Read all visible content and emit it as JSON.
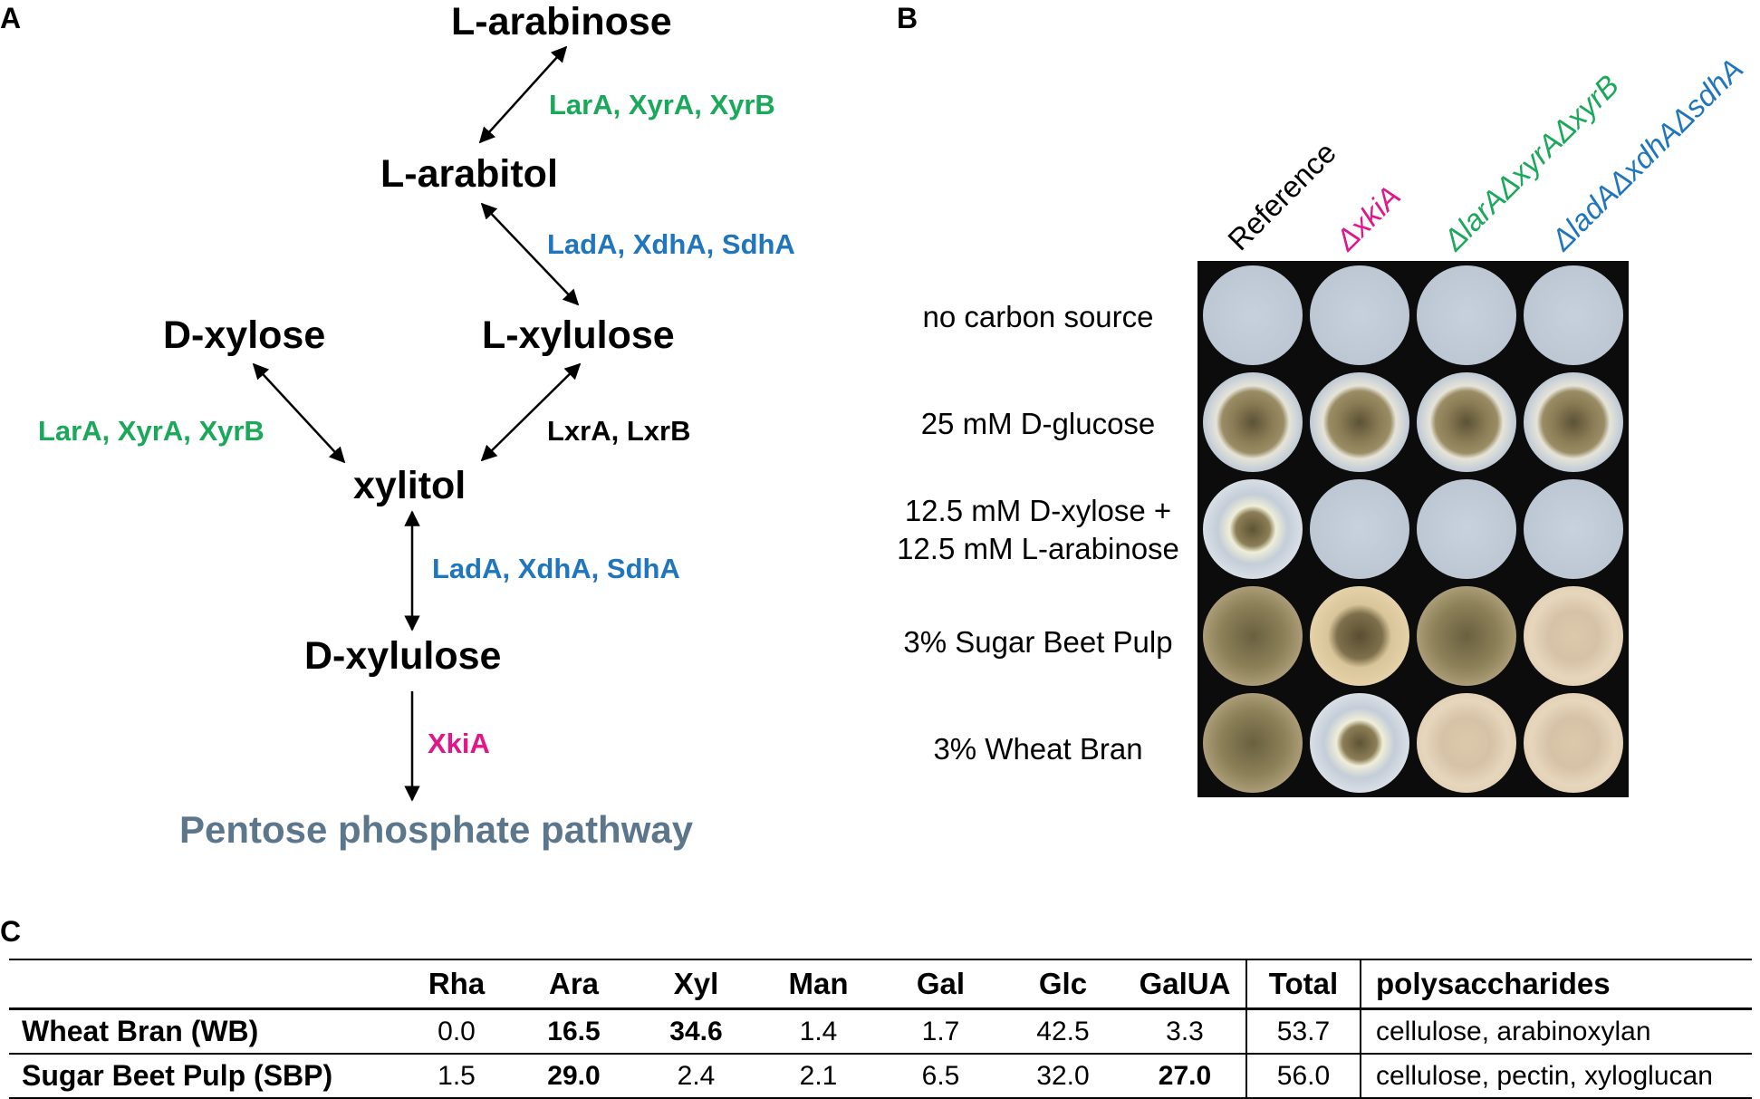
{
  "panel_letters": {
    "a": "A",
    "b": "B",
    "c": "C"
  },
  "pathway": {
    "metabolites": {
      "l_arabinose": "L-arabinose",
      "l_arabitol": "L-arabitol",
      "d_xylose": "D-xylose",
      "l_xylulose": "L-xylulose",
      "xylitol": "xylitol",
      "d_xylulose": "D-xylulose"
    },
    "enzymes": {
      "arabinose_arabitol": "LarA, XyrA, XyrB",
      "arabitol_xylulose": "LadA, XdhA, SdhA",
      "xylose_xylitol": "LarA, XyrA, XyrB",
      "xylulose_xylitol": "LxrA, LxrB",
      "xylitol_dxylulose": "LadA, XdhA, SdhA",
      "dxylulose_ppp": "XkiA"
    },
    "end_product": "Pentose phosphate pathway",
    "colors": {
      "green": "#1aa85a",
      "blue": "#1f76be",
      "pink": "#e0168a",
      "slate": "#5c778c"
    }
  },
  "growth_panel": {
    "strains": [
      "Reference",
      "ΔxkiA",
      "ΔlarAΔxyrAΔxyrB",
      "ΔladAΔxdhAΔsdhA"
    ],
    "strain_colors": [
      "#000000",
      "#e0168a",
      "#1aa85a",
      "#1f76be"
    ],
    "conditions": [
      [
        "no carbon source"
      ],
      [
        "25 mM D-glucose"
      ],
      [
        "12.5 mM D-xylose +",
        "12.5 mM L-arabinose"
      ],
      [
        "3% Sugar Beet Pulp"
      ],
      [
        "3% Wheat Bran"
      ]
    ],
    "plates_growth": [
      [
        "none",
        "none",
        "none",
        "none"
      ],
      [
        "large",
        "large",
        "large",
        "large"
      ],
      [
        "small",
        "none",
        "none",
        "none"
      ],
      [
        "full",
        "medium",
        "full",
        "pale"
      ],
      [
        "full",
        "small",
        "pale",
        "pale"
      ]
    ]
  },
  "composition_table": {
    "headers": [
      "",
      "Rha",
      "Ara",
      "Xyl",
      "Man",
      "Gal",
      "Glc",
      "GalUA",
      "Total",
      "polysaccharides"
    ],
    "rows": [
      {
        "label": "Wheat Bran (WB)",
        "values": [
          "0.0",
          "16.5",
          "34.6",
          "1.4",
          "1.7",
          "42.5",
          "3.3",
          "53.7"
        ],
        "polysaccharides": "cellulose, arabinoxylan"
      },
      {
        "label": "Sugar Beet Pulp (SBP)",
        "values": [
          "1.5",
          "29.0",
          "2.4",
          "2.1",
          "6.5",
          "32.0",
          "27.0",
          "56.0"
        ],
        "polysaccharides": "cellulose, pectin, xyloglucan"
      }
    ],
    "bold_cells": {
      "row0": [
        "Ara",
        "Xyl"
      ],
      "row1": [
        "Ara",
        "GalUA"
      ]
    }
  }
}
